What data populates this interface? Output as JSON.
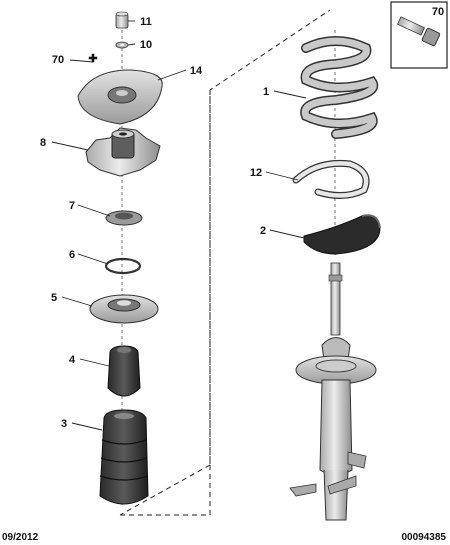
{
  "callouts": {
    "c11": "11",
    "c10": "10",
    "c70_left": "70",
    "c14": "14",
    "c8": "8",
    "c7": "7",
    "c6": "6",
    "c5": "5",
    "c4": "4",
    "c3": "3",
    "c1": "1",
    "c12": "12",
    "c2": "2",
    "c70_box": "70"
  },
  "footer": {
    "date": "09/2012",
    "reference": "00094385"
  }
}
